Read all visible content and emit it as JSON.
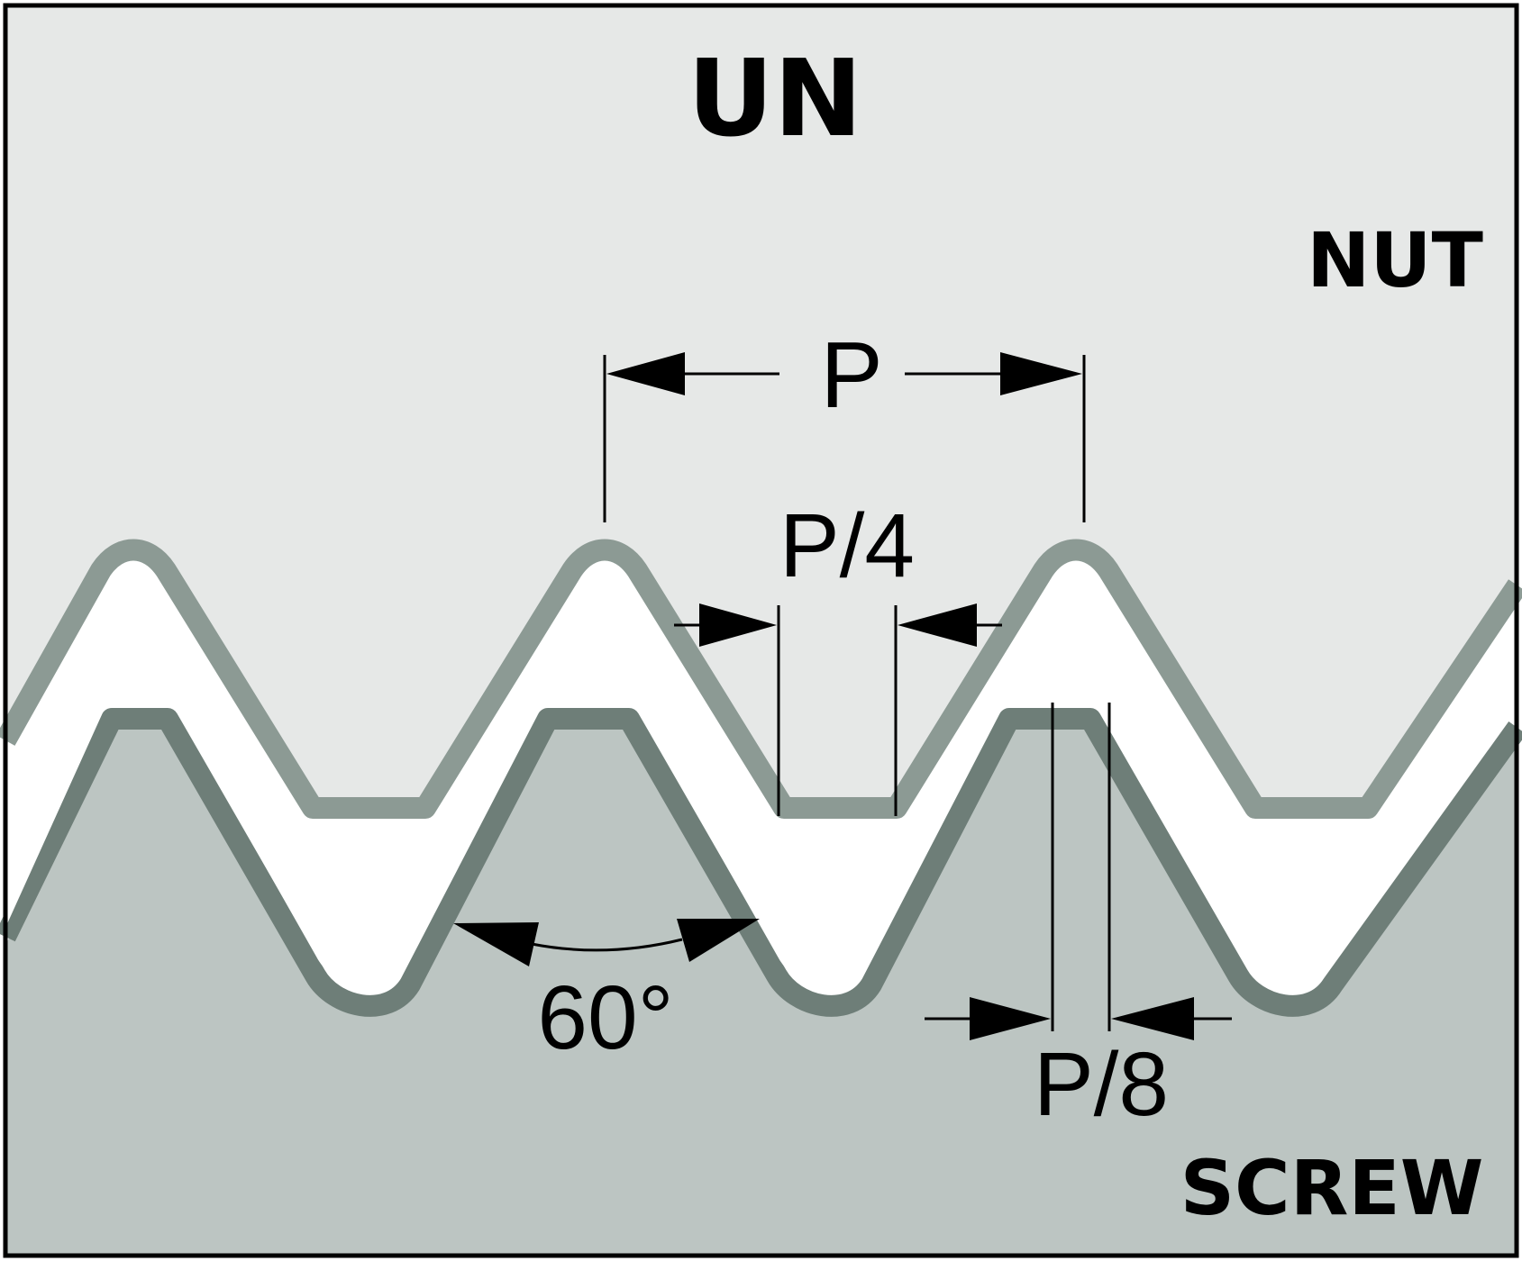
{
  "title": "UN",
  "labels": {
    "nut": "NUT",
    "screw": "SCREW"
  },
  "dimensions": {
    "pitch": "P",
    "quarter_pitch": "P/4",
    "eighth_pitch": "P/8",
    "thread_angle": "60°"
  },
  "colors": {
    "nut_fill": "#e6e8e7",
    "nut_edge_shadow": "#8c9a94",
    "screw_fill": "#bcc5c2",
    "screw_edge_shadow": "#6e7e78",
    "gap": "#ffffff",
    "frame": "#000000"
  }
}
